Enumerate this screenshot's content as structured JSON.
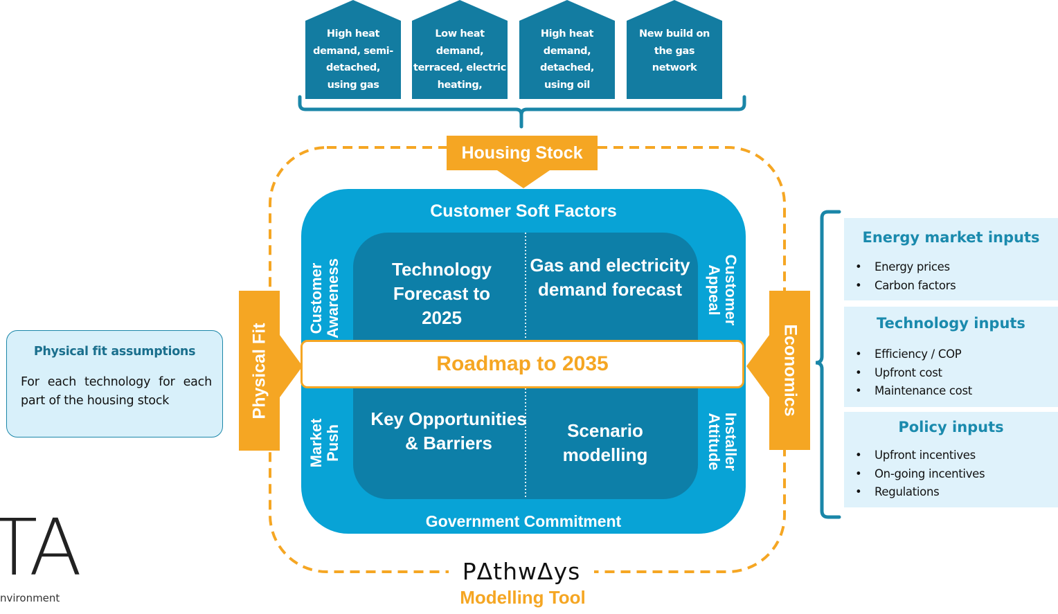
{
  "housing_types": [
    {
      "label": "High heat demand, semi-detached, using gas"
    },
    {
      "label": "Low heat demand, terraced, electric heating,"
    },
    {
      "label": "High heat demand, detached, using oil"
    },
    {
      "label": "New build on the gas network"
    }
  ],
  "housing_lines": [
    [
      "High heat",
      "demand, semi-",
      "detached,",
      "using gas"
    ],
    [
      "Low heat",
      "demand,",
      "terraced, electric",
      "heating,"
    ],
    [
      "High heat",
      "demand,",
      "detached,",
      "using oil"
    ],
    [
      "New build on",
      "the gas",
      "network"
    ]
  ],
  "housing_stock": "Housing Stock",
  "customer_soft_factors": "Customer Soft Factors",
  "government_commitment": "Government Commitment",
  "customer_awareness": "Customer Awareness",
  "customer_appeal": "Customer Appeal",
  "market_push": "Market Push",
  "installer_attitude": "Installer Attitude",
  "quadrants": {
    "top_left": "Technology Forecast to 2025",
    "top_right": "Gas and electricity demand forecast",
    "bottom_left": "Key Opportunities & Barriers",
    "bottom_right": "Scenario modelling"
  },
  "roadmap": "Roadmap to 2035",
  "physical_fit": "Physical Fit",
  "economics": "Economics",
  "physical_fit_box": {
    "title": "Physical fit assumptions",
    "body": "For each technology for each part of the housing stock"
  },
  "inputs": {
    "energy_market": {
      "title": "Energy market inputs",
      "items": [
        "Energy prices",
        "Carbon factors"
      ]
    },
    "technology": {
      "title": "Technology inputs",
      "items": [
        "Efficiency / COP",
        "Upfront cost",
        "Maintenance cost"
      ]
    },
    "policy": {
      "title": "Policy inputs",
      "items": [
        "Upfront incentives",
        "On-going incentives",
        "Regulations"
      ]
    }
  },
  "pathways_logo": "PΔthwΔys",
  "modelling_tool": "Modelling Tool",
  "logo_text": "TA",
  "logo_subtext": "nvironment",
  "colors": {
    "teal_house": "#137ca1",
    "outer_box": "#08a3d6",
    "inner_box": "#0d7fa8",
    "orange": "#f5a623",
    "bracket": "#1a86a8",
    "panel": "#dff2fb",
    "callout": "#d8f0fa"
  }
}
